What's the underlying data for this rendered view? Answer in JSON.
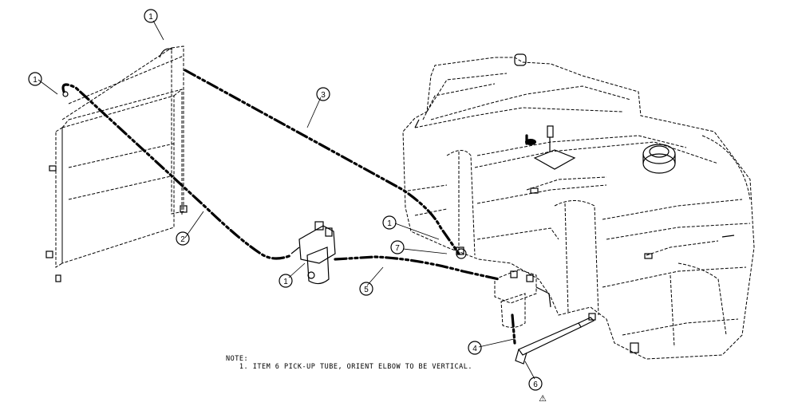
{
  "diagram": {
    "callouts": [
      {
        "id": "callout-1-top",
        "label": "1"
      },
      {
        "id": "callout-1-left",
        "label": "1"
      },
      {
        "id": "callout-3",
        "label": "3"
      },
      {
        "id": "callout-2",
        "label": "2"
      },
      {
        "id": "callout-1-filter",
        "label": "1"
      },
      {
        "id": "callout-1-tank",
        "label": "1"
      },
      {
        "id": "callout-7",
        "label": "7"
      },
      {
        "id": "callout-5",
        "label": "5"
      },
      {
        "id": "callout-4",
        "label": "4"
      },
      {
        "id": "callout-6",
        "label": "6"
      }
    ],
    "note": {
      "heading": "NOTE:",
      "line1": "1. ITEM 6 PICK-UP TUBE, ORIENT ELBOW TO BE VERTICAL."
    },
    "warning_symbol": "⚠",
    "colors": {
      "line": "#000000",
      "background": "#ffffff"
    }
  }
}
